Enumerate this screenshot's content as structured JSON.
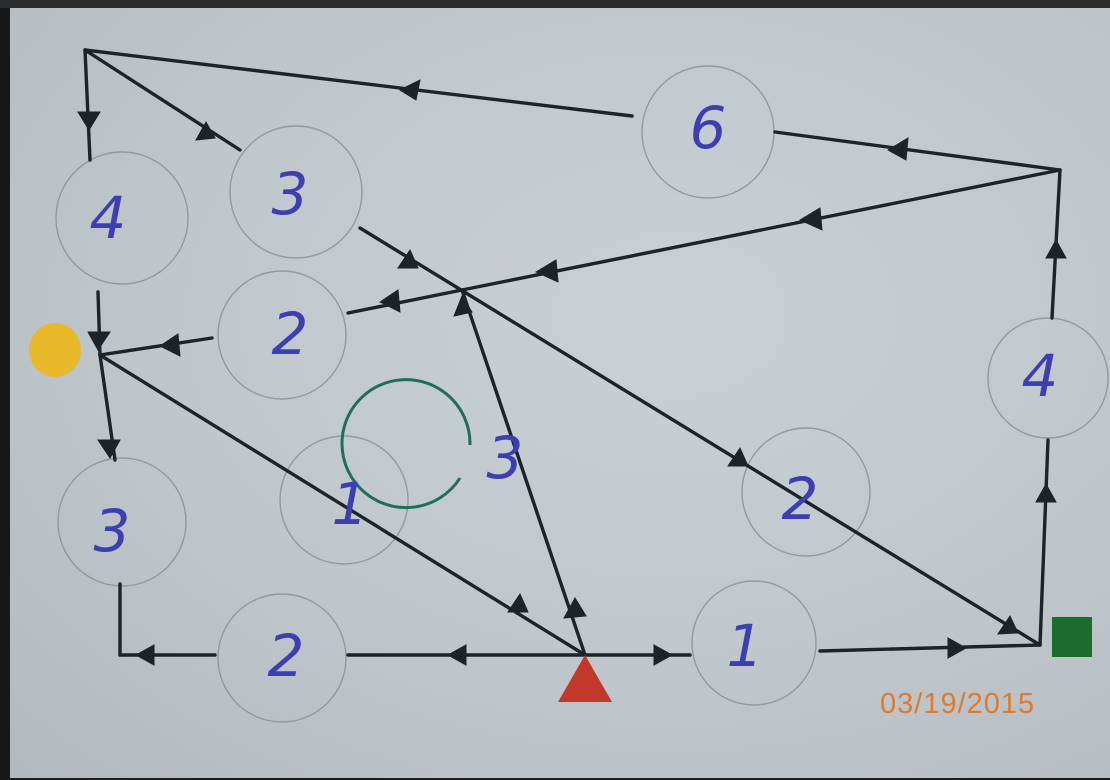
{
  "photo": {
    "date_stamp": "03/19/2015",
    "colors": {
      "paper": "#c5ccd2",
      "ink": "#1c2428",
      "digits": "#3d3fb0",
      "date": "#e07a2a",
      "start_triangle": "#c2392c",
      "end_square": "#1e6b2e",
      "yellow_dot": "#e8b92a",
      "green_circle": "#1f6f56"
    }
  },
  "graph": {
    "weights": {
      "top_edge": "6",
      "left_upper": "4",
      "diagonal_upper": "3",
      "center_left": "2",
      "left_lower": "3",
      "diag_lower_left": "1",
      "center_vertical": "3",
      "bottom_left": "2",
      "bottom_right": "1",
      "diag_right": "2",
      "right_edge": "4"
    }
  }
}
